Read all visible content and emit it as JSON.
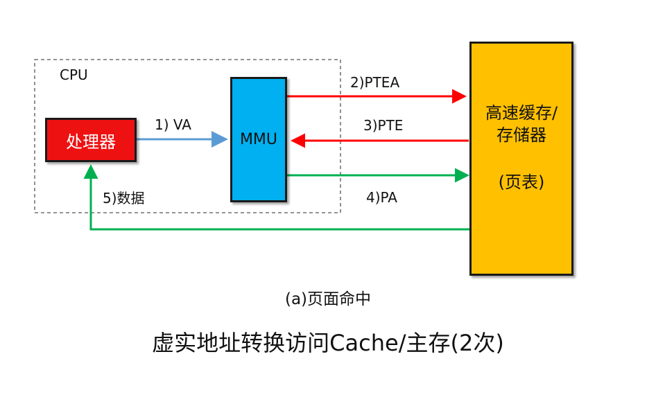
{
  "cpu_label": "CPU",
  "nodes": {
    "processor": "处理器",
    "mmu": "MMU",
    "memory_line1": "高速缓存/",
    "memory_line2": "存储器",
    "memory_line3": "(页表)"
  },
  "edges": {
    "va": "1) VA",
    "ptea": "2)PTEA",
    "pte": "3)PTE",
    "pa": "4)PA",
    "data": "5)数据"
  },
  "colors": {
    "processor": "#ee1111",
    "mmu": "#00b0f0",
    "memory": "#ffc000",
    "va_arrow": "#5b9bd5",
    "ptea_arrow": "#ff0000",
    "pte_arrow": "#ff0000",
    "pa_arrow": "#00b050",
    "data_arrow": "#00b050"
  },
  "captions": {
    "sub": "(a)页面命中",
    "main": "虚实地址转换访问Cache/主存(2次)"
  }
}
